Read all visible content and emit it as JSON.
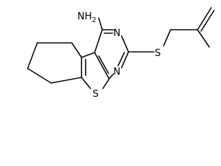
{
  "molecule": {
    "atom_labels": {
      "amine": "NH",
      "amine_subscript": "2",
      "ring_nitrogen_top": "N",
      "ring_nitrogen_bottom": "N",
      "thioether_sulfur": "S",
      "thiophene_sulfur": "S"
    },
    "colors": {
      "bond": "#000000",
      "background": "#ffffff"
    }
  }
}
